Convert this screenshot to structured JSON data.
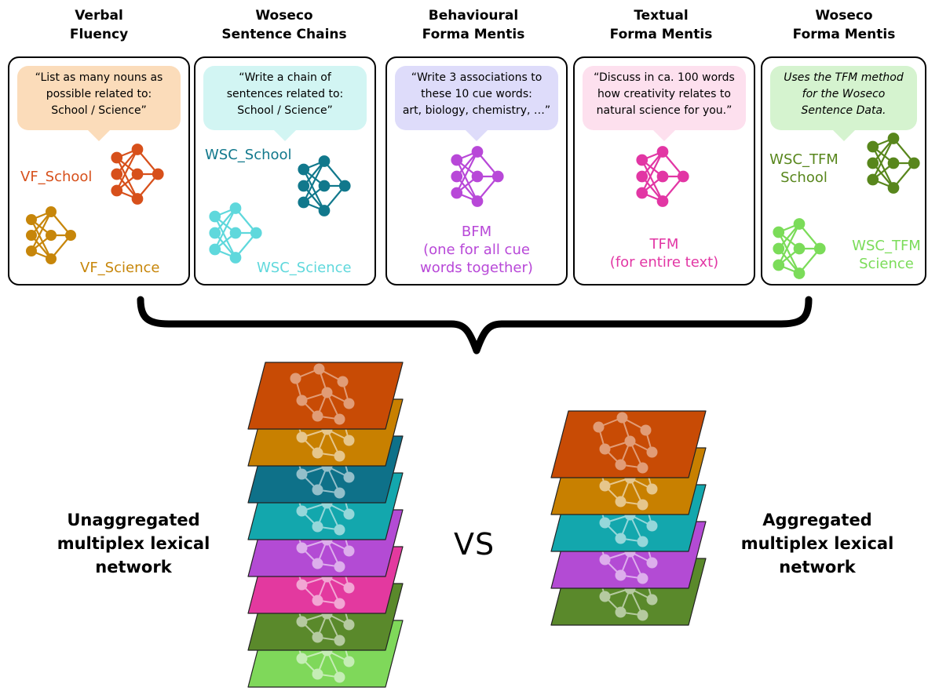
{
  "columns": [
    {
      "title": [
        "Verbal",
        "Fluency"
      ],
      "prompt": [
        "“List as many nouns as",
        "possible related to:",
        "School / Science”"
      ],
      "prompt_italic": false,
      "bubble_color": "#fbdcba",
      "networks": [
        {
          "label": "VF_School",
          "color": "#d7501b"
        },
        {
          "label": "VF_Science",
          "color": "#c7860a"
        }
      ]
    },
    {
      "title": [
        "Woseco",
        "Sentence Chains"
      ],
      "prompt": [
        "“Write a chain of",
        "sentences related to:",
        "School / Science”"
      ],
      "prompt_italic": false,
      "bubble_color": "#d2f5f3",
      "networks": [
        {
          "label": "WSC_School",
          "color": "#11788c"
        },
        {
          "label": "WSC_Science",
          "color": "#5fd8dc"
        }
      ]
    },
    {
      "title": [
        "Behavioural",
        "Forma Mentis"
      ],
      "prompt": [
        "“Write 3 associations to",
        "these 10 cue words:",
        "art, biology, chemistry, …”"
      ],
      "prompt_italic": false,
      "bubble_color": "#dedcfa",
      "networks": [
        {
          "label": "BFM",
          "color": "#b848d8"
        }
      ],
      "note": [
        "(one for all cue",
        "words together)"
      ]
    },
    {
      "title": [
        "Textual",
        "Forma Mentis"
      ],
      "prompt": [
        "“Discuss in ca. 100 words",
        "how creativity relates to",
        "natural science for you.”"
      ],
      "prompt_italic": false,
      "bubble_color": "#fde0ee",
      "networks": [
        {
          "label": "TFM",
          "color": "#e236a4"
        }
      ],
      "note": [
        "(for entire text)"
      ]
    },
    {
      "title": [
        "Woseco",
        "Forma Mentis"
      ],
      "prompt": [
        "Uses the TFM method",
        "for the Woseco",
        "Sentence Data."
      ],
      "prompt_italic": true,
      "bubble_color": "#d5f3cf",
      "networks": [
        {
          "label": "WSC_TFM School",
          "label_lines": [
            "WSC_TFM",
            "School"
          ],
          "color": "#58861c"
        },
        {
          "label": "WSC_TFM Science",
          "label_lines": [
            "WSC_TFM",
            "Science"
          ],
          "color": "#7bdc59"
        }
      ]
    }
  ],
  "bottom": {
    "left_label": [
      "Unaggregated",
      "multiplex lexical",
      "network"
    ],
    "vs": "VS",
    "right_label": [
      "Aggregated",
      "multiplex lexical",
      "network"
    ],
    "unaggregated_layers": [
      "#c84b05",
      "#c88000",
      "#0e7189",
      "#13a7ad",
      "#b34bd4",
      "#e3399f",
      "#5a892b",
      "#7fd85a"
    ],
    "aggregated_layers": [
      "#c84b05",
      "#c88000",
      "#13a7ad",
      "#b34bd4",
      "#5a892b"
    ]
  }
}
